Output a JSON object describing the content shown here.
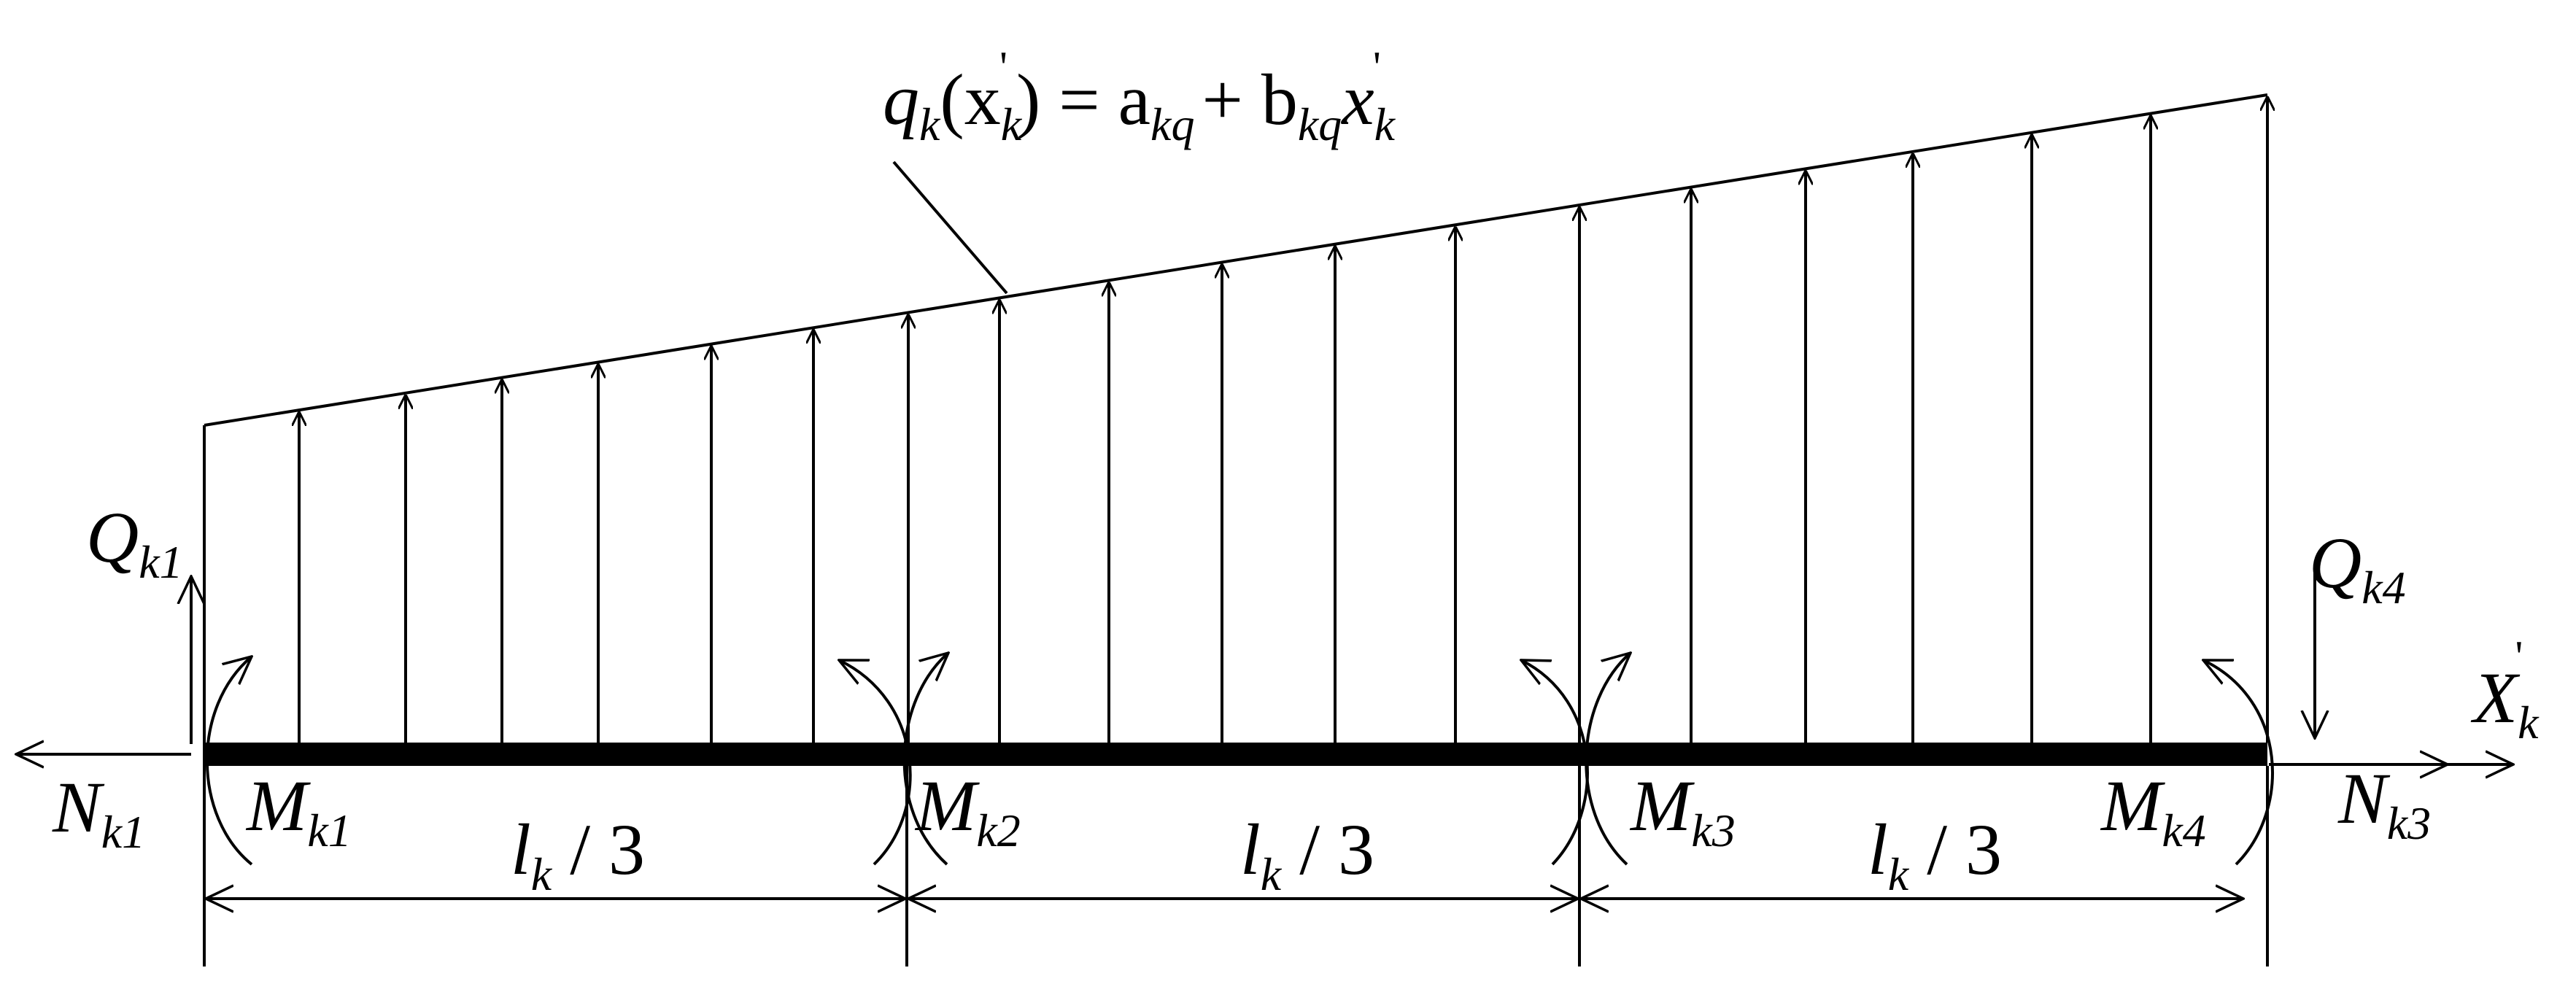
{
  "formula": {
    "q": "q",
    "q_sub": "k",
    "x_open": "(x",
    "x_sub": "k",
    "tick": "'",
    "close_eq": ") = a",
    "a_sub": "kq",
    "plus_b": "+ b",
    "b_sub": "kq",
    "x2": "x",
    "x2_sub": "k"
  },
  "labels": {
    "Q1": {
      "main": "Q",
      "sub": "k1"
    },
    "Q4": {
      "main": "Q",
      "sub": "k4"
    },
    "N1": {
      "main": "N",
      "sub": "k1"
    },
    "N3": {
      "main": "N",
      "sub": "k3"
    },
    "M1": {
      "main": "M",
      "sub": "k1"
    },
    "M2": {
      "main": "M",
      "sub": "k2"
    },
    "M3": {
      "main": "M",
      "sub": "k3"
    },
    "M4": {
      "main": "M",
      "sub": "k4"
    },
    "X": {
      "main": "X",
      "sub": "k",
      "tick": "'"
    }
  },
  "segments": [
    {
      "l": "l",
      "sub": "k",
      "rest": " / 3"
    },
    {
      "l": "l",
      "sub": "k",
      "rest": " / 3"
    },
    {
      "l": "l",
      "sub": "k",
      "rest": " / 3"
    }
  ],
  "load_profile": {
    "start_ratio": 0.46,
    "end_ratio": 1.0
  }
}
